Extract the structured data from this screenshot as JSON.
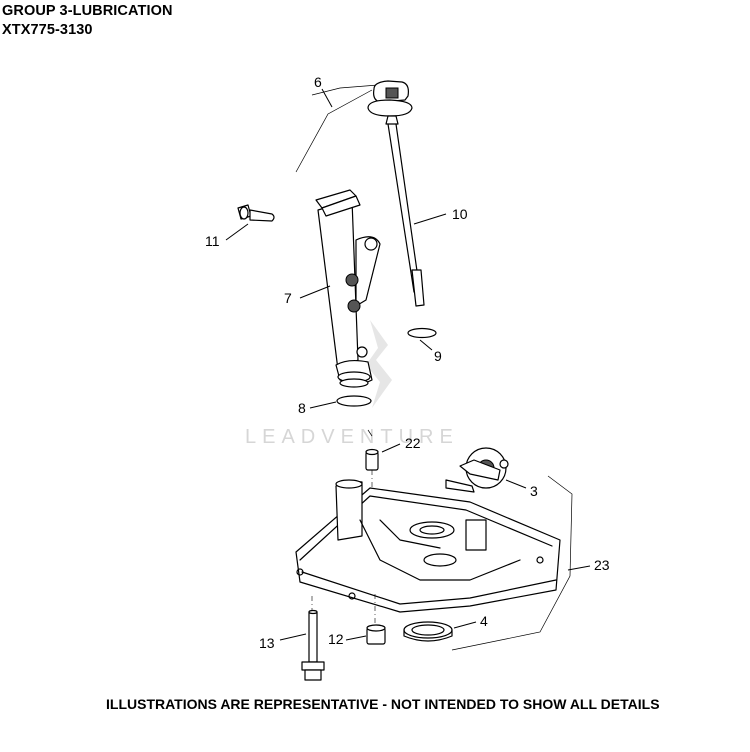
{
  "header": {
    "line1": "GROUP 3-LUBRICATION",
    "line2": "XTX775-3130"
  },
  "watermark": "LEADVENTURE",
  "footer": "ILLUSTRATIONS ARE REPRESENTATIVE - NOT INTENDED TO SHOW ALL DETAILS",
  "callouts": {
    "c6": "6",
    "c10": "10",
    "c11": "11",
    "c7": "7",
    "c9": "9",
    "c8": "8",
    "c22": "22",
    "c3": "3",
    "c23": "23",
    "c4": "4",
    "c13": "13",
    "c12": "12"
  }
}
